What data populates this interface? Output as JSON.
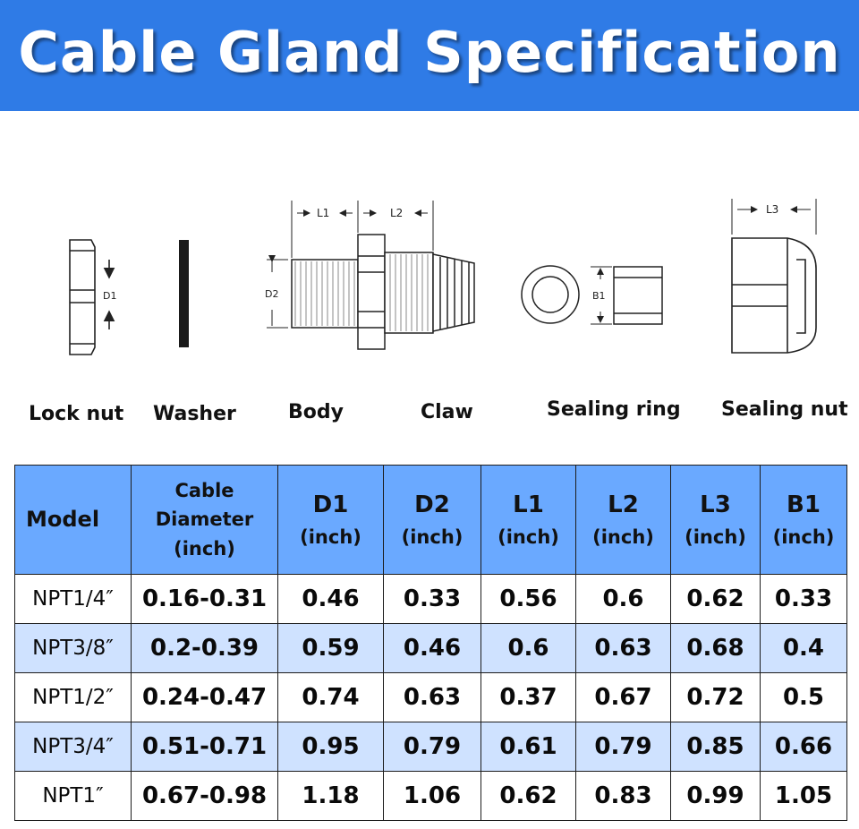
{
  "header": {
    "title": "Cable Gland Specification"
  },
  "parts": {
    "lock_nut": "Lock nut",
    "washer": "Washer",
    "body": "Body",
    "claw": "Claw",
    "sealing_ring": "Sealing ring",
    "sealing_nut": "Sealing nut"
  },
  "dimensions": {
    "d1": "D1",
    "d2": "D2",
    "l1": "L1",
    "l2": "L2",
    "l3": "L3",
    "b1": "B1"
  },
  "table": {
    "headers": {
      "model": "Model",
      "cable_line1": "Cable",
      "cable_line2": "Diameter",
      "cable_unit": "(inch)",
      "d1": "D1",
      "d1_unit": "(inch)",
      "d2": "D2",
      "d2_unit": "(inch)",
      "l1": "L1",
      "l1_unit": "(inch)",
      "l2": "L2",
      "l2_unit": "(inch)",
      "l3": "L3",
      "l3_unit": "(inch)",
      "b1": "B1",
      "b1_unit": "(inch)"
    },
    "rows": [
      {
        "model": "NPT1/4″",
        "cable": "0.16-0.31",
        "d1": "0.46",
        "d2": "0.33",
        "l1": "0.56",
        "l2": "0.6",
        "l3": "0.62",
        "b1": "0.33"
      },
      {
        "model": "NPT3/8″",
        "cable": "0.2-0.39",
        "d1": "0.59",
        "d2": "0.46",
        "l1": "0.6",
        "l2": "0.63",
        "l3": "0.68",
        "b1": "0.4"
      },
      {
        "model": "NPT1/2″",
        "cable": "0.24-0.47",
        "d1": "0.74",
        "d2": "0.63",
        "l1": "0.37",
        "l2": "0.67",
        "l3": "0.72",
        "b1": "0.5"
      },
      {
        "model": "NPT3/4″",
        "cable": "0.51-0.71",
        "d1": "0.95",
        "d2": "0.79",
        "l1": "0.61",
        "l2": "0.79",
        "l3": "0.85",
        "b1": "0.66"
      },
      {
        "model": "NPT1″",
        "cable": "0.67-0.98",
        "d1": "1.18",
        "d2": "1.06",
        "l1": "0.62",
        "l2": "0.83",
        "l3": "0.99",
        "b1": "1.05"
      }
    ]
  },
  "colors": {
    "banner": "#2f7be6",
    "header_fill": "#6aa9ff",
    "alt_row": "#cfe2ff"
  }
}
